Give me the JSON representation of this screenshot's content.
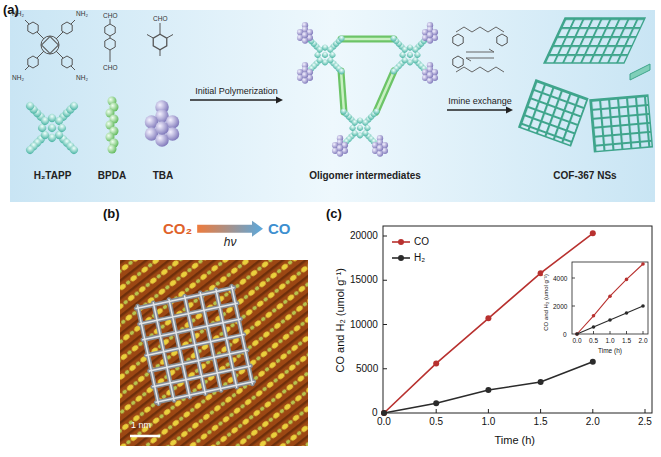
{
  "diagram": {
    "nodes": [
      {
        "text": [
          "H₂TAPP"
        ]
      },
      {
        "text": [
          "BPDA"
        ]
      },
      {
        "text": [
          "TBA"
        ]
      },
      {
        "text": [
          "Oligomer intermediates"
        ]
      },
      {
        "text": [
          "COF-367 NSs"
        ]
      },
      {
        "text": [
          "CO₂"
        ]
      },
      {
        "text": [
          "CO"
        ]
      }
    ],
    "edges": [
      {
        "from": 2,
        "to": 3,
        "arrow": "to",
        "label": "Initial Polymerization"
      },
      {
        "from": 3,
        "to": 4,
        "arrow": "to",
        "label": "Imine exchange"
      },
      {
        "from": 5,
        "to": 6,
        "arrow": "to",
        "label": "hν"
      }
    ],
    "labels": [
      "(a)",
      "NH₂",
      "NH₂",
      "NH₂",
      "NH₂",
      "CHO",
      "CHO",
      "CHO",
      "(b)",
      "1 nm",
      "(c)",
      "0",
      "5000",
      "10000",
      "15000",
      "20000",
      "0.0",
      "0.5",
      "1.0",
      "1.5",
      "2.0",
      "2.5",
      "CO and H₂ (umol g⁻¹)",
      "Time (h)",
      "0",
      "2000",
      "4000",
      "0.0",
      "0.5",
      "1.0",
      "1.5",
      "2.0",
      "CO and H₂ (umol g⁻¹)",
      "Time (h)"
    ],
    "legend": [
      {
        "text": "CO"
      },
      {
        "text": "H₂"
      }
    ]
  }
}
